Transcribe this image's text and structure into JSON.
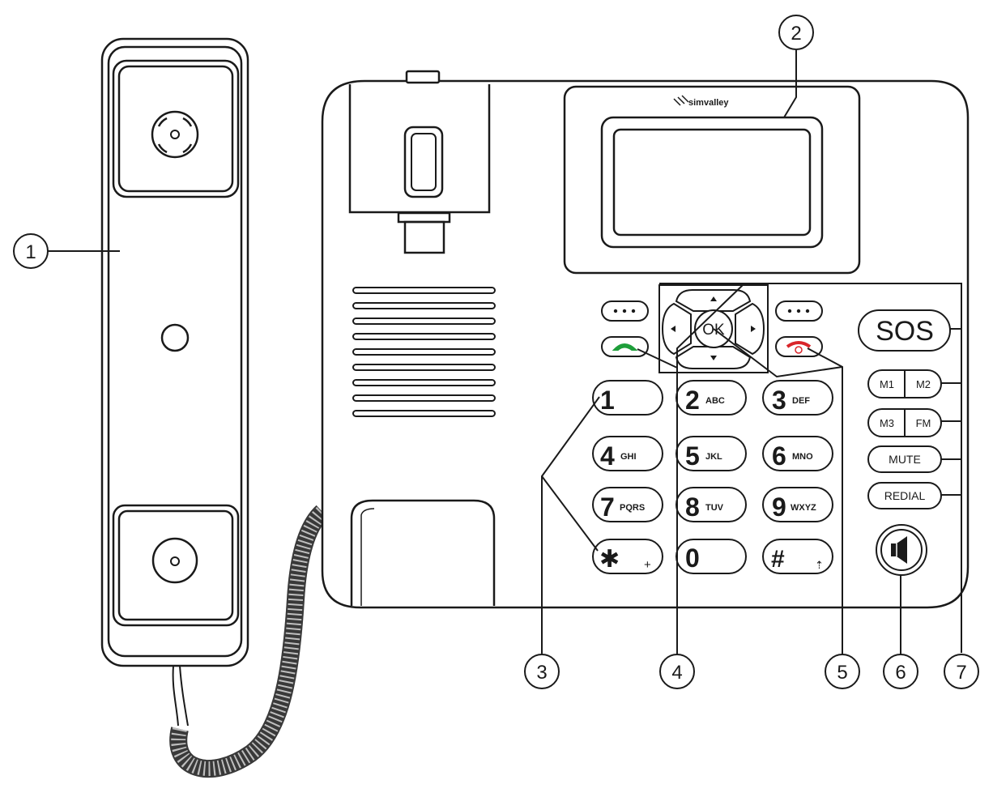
{
  "brand": {
    "name": "simvalley"
  },
  "callouts": [
    "1",
    "2",
    "3",
    "4",
    "5",
    "6",
    "7"
  ],
  "keys": {
    "ok": "OK",
    "digits": [
      {
        "main": "1",
        "sub": ""
      },
      {
        "main": "2",
        "sub": "ABC"
      },
      {
        "main": "3",
        "sub": "DEF"
      },
      {
        "main": "4",
        "sub": "GHI"
      },
      {
        "main": "5",
        "sub": "JKL"
      },
      {
        "main": "6",
        "sub": "MNO"
      },
      {
        "main": "7",
        "sub": "PQRS"
      },
      {
        "main": "8",
        "sub": "TUV"
      },
      {
        "main": "9",
        "sub": "WXYZ"
      },
      {
        "main": "✱",
        "sub": "+"
      },
      {
        "main": "0",
        "sub": ""
      },
      {
        "main": "#",
        "sub": "⇡"
      }
    ],
    "function": {
      "sos": "SOS",
      "m1": "M1",
      "m2": "M2",
      "m3": "M3",
      "fm": "FM",
      "mute": "MUTE",
      "redial": "REDIAL"
    }
  },
  "colors": {
    "line": "#1a1a1a",
    "call_green": "#1e9e3a",
    "end_red": "#d9252a"
  },
  "icons": [
    "call-icon",
    "end-call-icon",
    "speaker-icon",
    "arrow-up-icon",
    "arrow-down-icon",
    "arrow-left-icon",
    "arrow-right-icon",
    "dots-icon"
  ]
}
